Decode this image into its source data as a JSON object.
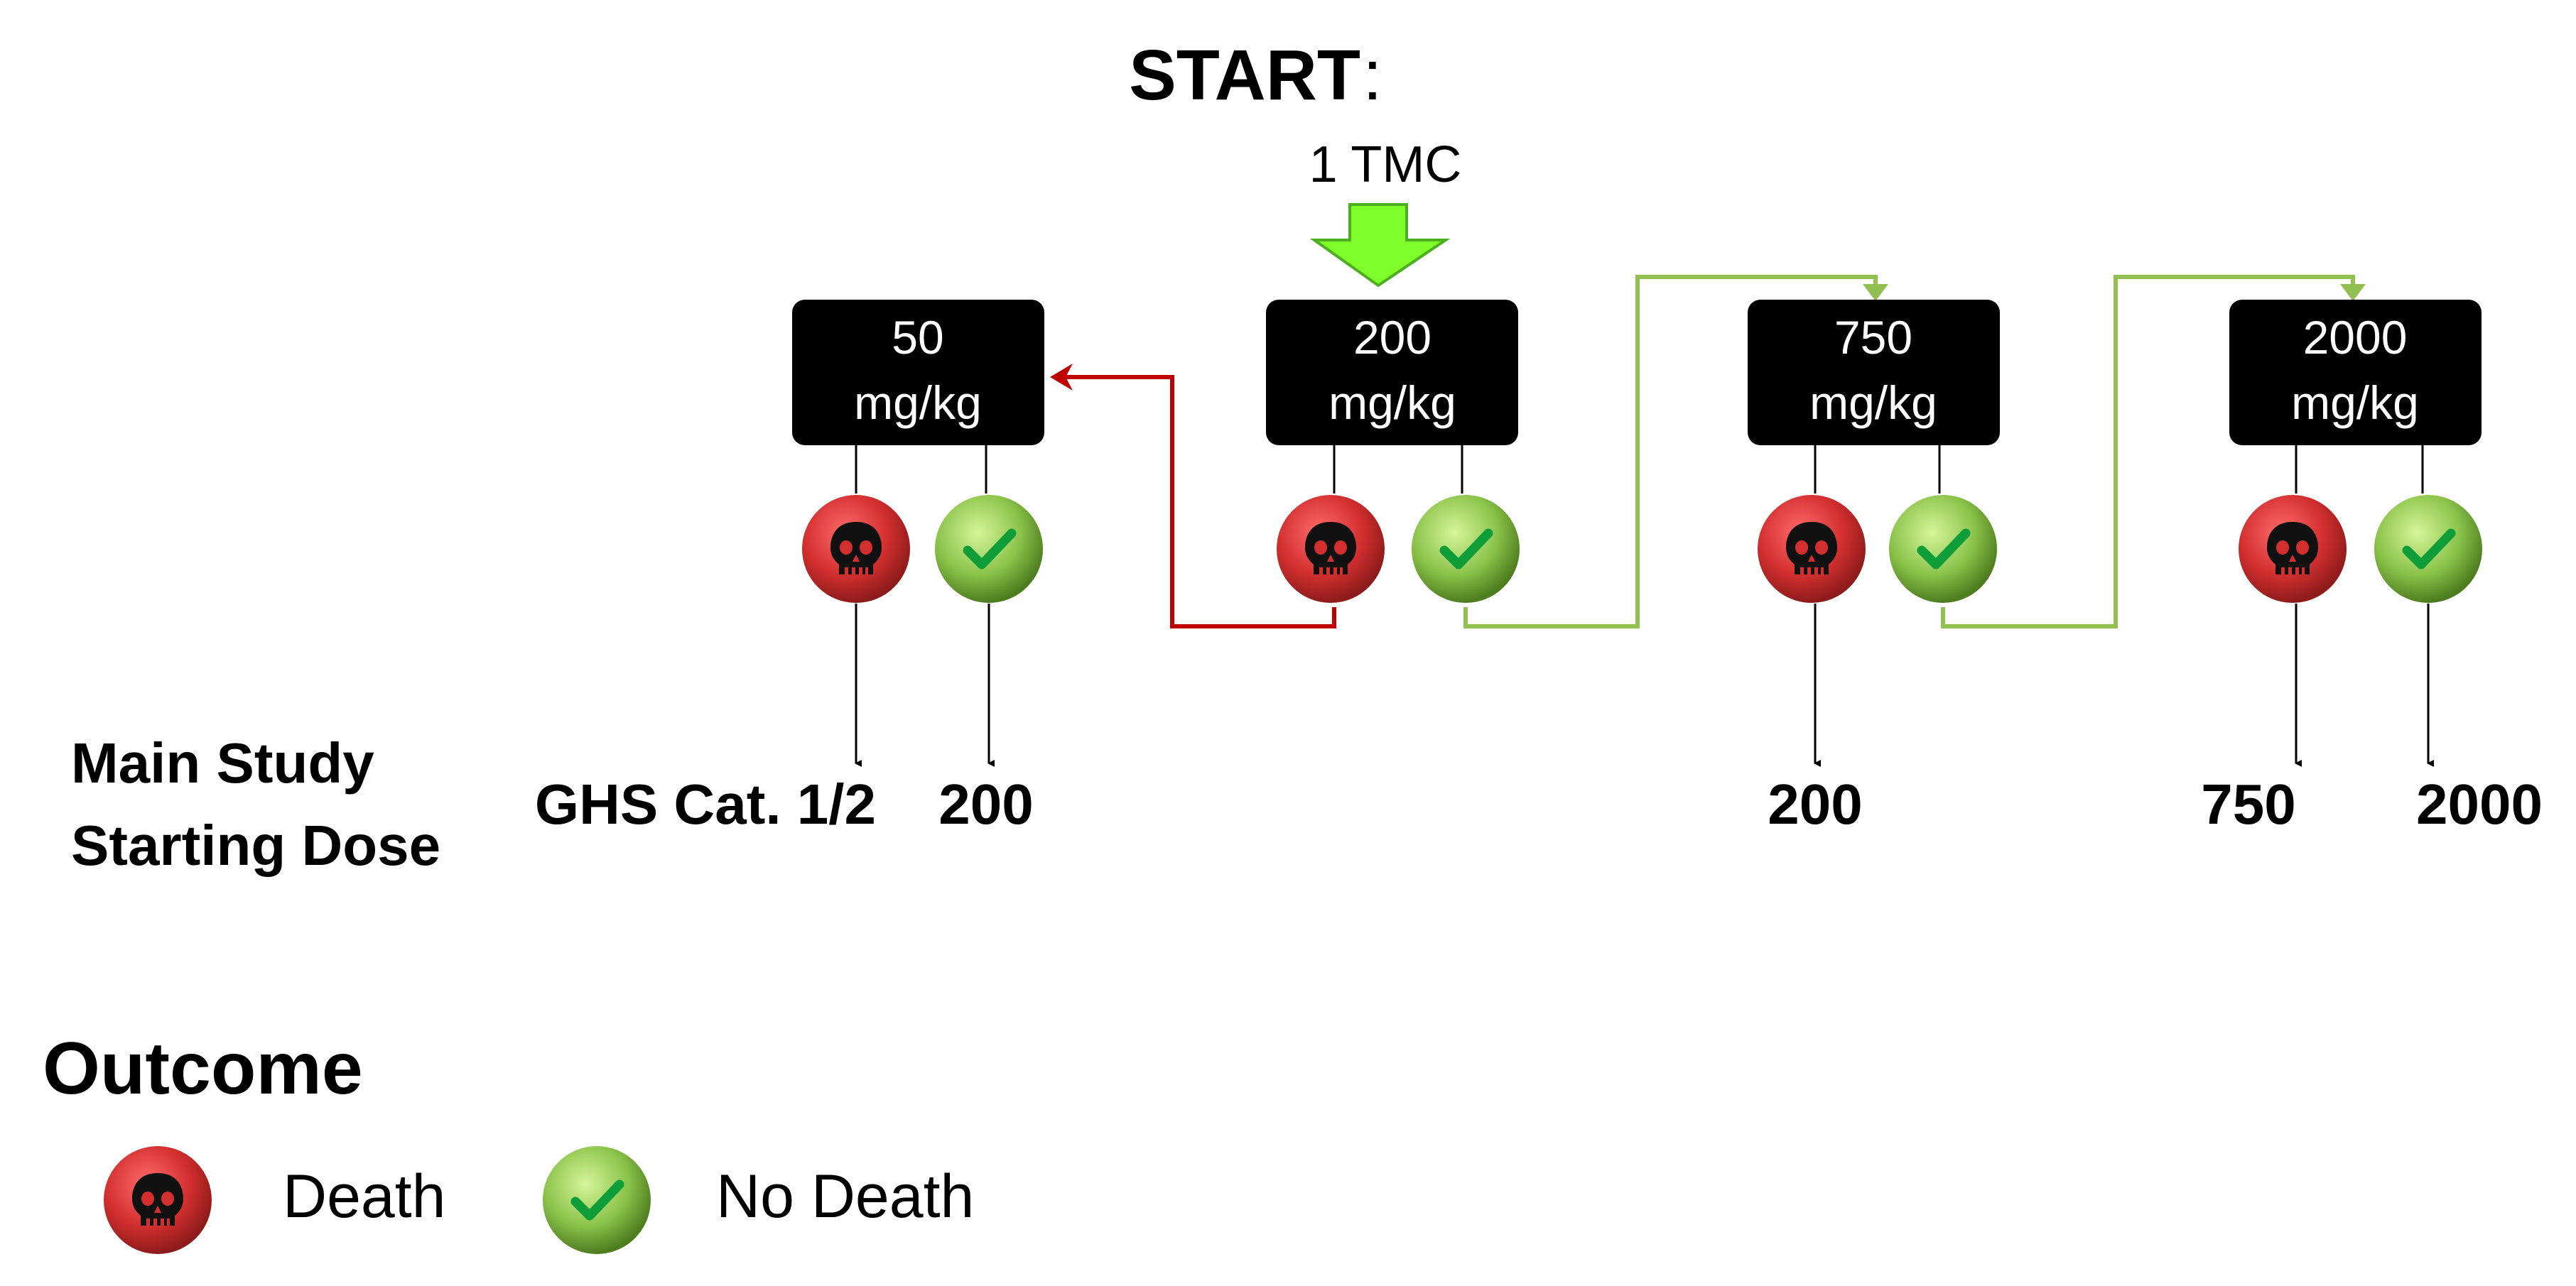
{
  "start": {
    "label": "START",
    "colon": ":",
    "sub": "1 TMC"
  },
  "doses": [
    {
      "value": "50",
      "unit": "mg/kg"
    },
    {
      "value": "200",
      "unit": "mg/kg"
    },
    {
      "value": "750",
      "unit": "mg/kg"
    },
    {
      "value": "2000",
      "unit": "mg/kg"
    }
  ],
  "row_label": {
    "line1": "Main Study",
    "line2": "Starting Dose"
  },
  "results": {
    "d50_death": "GHS Cat. 1/2",
    "d50_nodeath": "200",
    "d750_death": "200",
    "d2000_death": "750",
    "d2000_nodeath": "2000"
  },
  "legend": {
    "title": "Outcome",
    "death": "Death",
    "no_death": "No Death"
  },
  "colors": {
    "death": "#d32f2f",
    "no_death": "#8bc34a",
    "red_line": "#c00000",
    "green_line": "#92c050",
    "start_arrow": "#7fff2a",
    "box": "#000000"
  },
  "icons": {
    "death": "skull-icon",
    "no_death": "checkmark-icon"
  }
}
